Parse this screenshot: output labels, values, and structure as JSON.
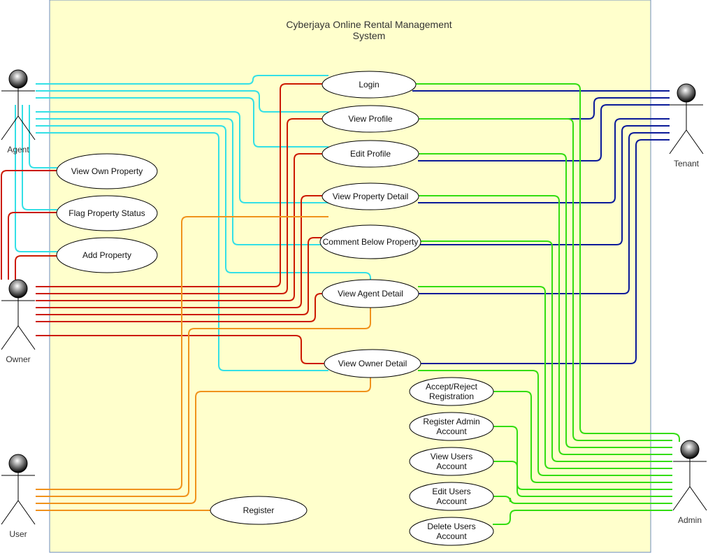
{
  "system": {
    "title_line1": "Cyberjaya Online Rental Management",
    "title_line2": "System"
  },
  "actors": {
    "agent": "Agent",
    "owner": "Owner",
    "user": "User",
    "tenant": "Tenant",
    "admin": "Admin"
  },
  "use_cases": {
    "login": "Login",
    "view_profile": "View Profile",
    "edit_profile": "Edit Profile",
    "view_property_detail": "View Property Detail",
    "comment_below_property": "Comment Below Property",
    "view_agent_detail": "View Agent Detail",
    "view_owner_detail": "View Owner Detail",
    "view_own_property": "View Own Property",
    "flag_property_status": "Flag Property Status",
    "add_property": "Add Property",
    "register": "Register",
    "accept_reject_l1": "Accept/Reject",
    "accept_reject_l2": "Registration",
    "register_admin_l1": "Register Admin",
    "register_admin_l2": "Account",
    "view_users_l1": "View Users",
    "view_users_l2": "Account",
    "edit_users_l1": "Edit Users",
    "edit_users_l2": "Account",
    "delete_users_l1": "Delete Users",
    "delete_users_l2": "Account"
  },
  "colors": {
    "system_fill": "#ffffcc",
    "system_stroke": "#6c8ebf",
    "agent_line": "#33e0e6",
    "owner_line": "#cc1a00",
    "user_line": "#f0921c",
    "tenant_line": "#0a1a99",
    "admin_line": "#33dd11"
  }
}
